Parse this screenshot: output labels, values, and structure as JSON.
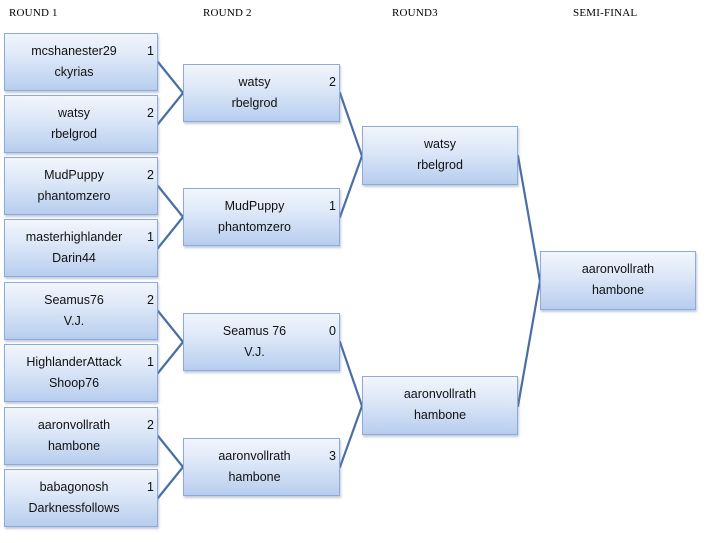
{
  "headers": [
    "ROUND 1",
    "ROUND 2",
    "ROUND3",
    "SEMI-FINAL"
  ],
  "round1": [
    {
      "p1": "mcshanester29",
      "p2": "ckyrias",
      "score": "1"
    },
    {
      "p1": "watsy",
      "p2": "rbelgrod",
      "score": "2"
    },
    {
      "p1": "MudPuppy",
      "p2": "phantomzero",
      "score": "2"
    },
    {
      "p1": "masterhighlander",
      "p2": "Darin44",
      "score": "1"
    },
    {
      "p1": "Seamus76",
      "p2": "V.J.",
      "score": "2"
    },
    {
      "p1": "HighlanderAttack",
      "p2": "Shoop76",
      "score": "1"
    },
    {
      "p1": "aaronvollrath",
      "p2": "hambone",
      "score": "2"
    },
    {
      "p1": "babagonosh",
      "p2": "Darknessfollows",
      "score": "1"
    }
  ],
  "round2": [
    {
      "p1": "watsy",
      "p2": "rbelgrod",
      "score": "2"
    },
    {
      "p1": "MudPuppy",
      "p2": "phantomzero",
      "score": "1"
    },
    {
      "p1": "Seamus 76",
      "p2": "V.J.",
      "score": "0"
    },
    {
      "p1": "aaronvollrath",
      "p2": "hambone",
      "score": "3"
    }
  ],
  "round3": [
    {
      "p1": "watsy",
      "p2": "rbelgrod"
    },
    {
      "p1": "aaronvollrath",
      "p2": "hambone"
    }
  ],
  "semifinal": {
    "p1": "aaronvollrath",
    "p2": "hambone"
  },
  "colors": {
    "connector": "#4a6fa5",
    "box_border": "#8eaadb"
  }
}
